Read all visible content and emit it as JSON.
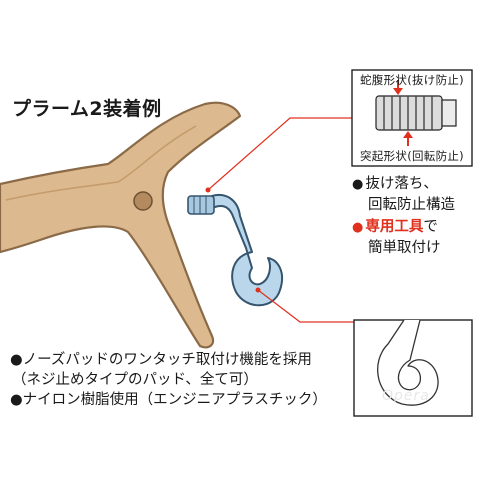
{
  "title": "プラーム2装着例",
  "detail": {
    "top_label": "蛇腹形状(抜け防止)",
    "bottom_label": "突起形状(回転防止)"
  },
  "notes": {
    "line1": "抜け落ち、",
    "line2": "回転防止構造",
    "line3_highlight": "専用工具",
    "line3_rest": "で",
    "line4": "簡単取付け"
  },
  "features": [
    "●ノーズパッドのワンタッチ取付け機能を採用",
    "（ネジ止めタイプのパッド、全て可）",
    "●ナイロン樹脂使用（エンジニアプラスチック）"
  ],
  "watermark": "Opera",
  "colors": {
    "frame_fill": "#dcb98e",
    "frame_stroke": "#8a6a47",
    "hook_fill": "#b9d6ea",
    "hook_stroke": "#35546e",
    "callout_line": "#e0301e",
    "accent_red": "#e0301e"
  }
}
